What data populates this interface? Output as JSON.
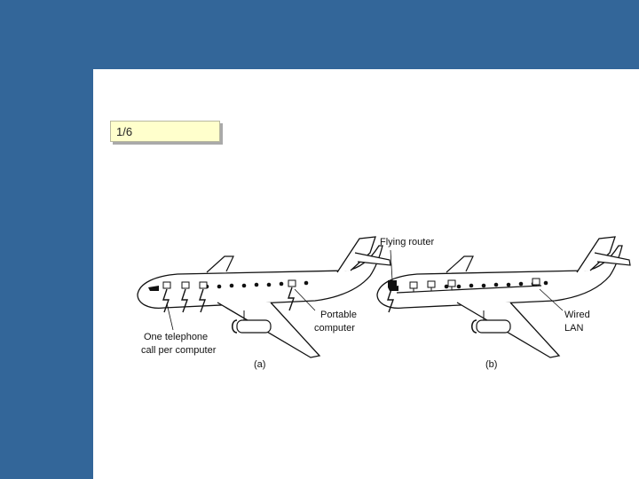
{
  "colors": {
    "background": "#336699",
    "slide": "#ffffff",
    "label_fill": "#ffffcc"
  },
  "page_label": "1/6",
  "figure": {
    "a": {
      "caption": "(a)",
      "label_telephone_line1": "One telephone",
      "label_telephone_line2": "call per computer",
      "label_portable_line1": "Portable",
      "label_portable_line2": "computer"
    },
    "b": {
      "caption": "(b)",
      "label_router": "Flying router",
      "label_lan_line1": "Wired",
      "label_lan_line2": "LAN"
    }
  }
}
